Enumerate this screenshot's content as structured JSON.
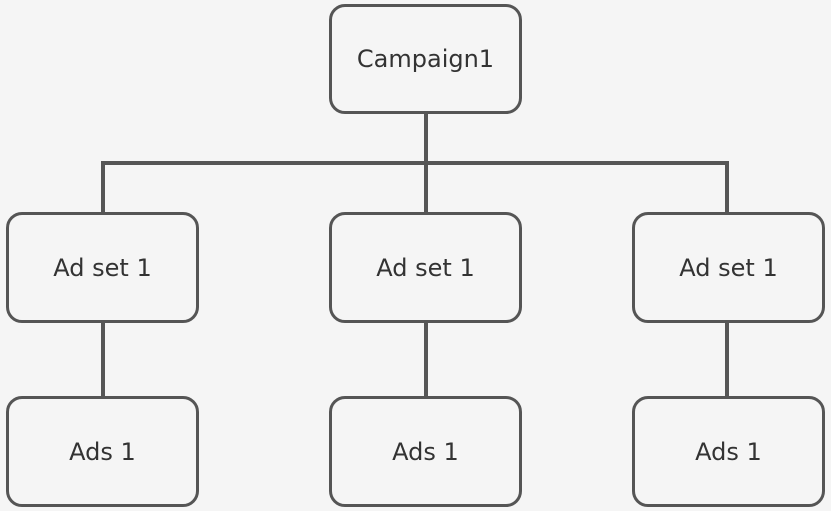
{
  "diagram": {
    "root": {
      "label": "Campaign1"
    },
    "ad_sets": [
      {
        "label": "Ad set 1"
      },
      {
        "label": "Ad set 1"
      },
      {
        "label": "Ad set 1"
      }
    ],
    "ads": [
      {
        "label": "Ads 1"
      },
      {
        "label": "Ads 1"
      },
      {
        "label": "Ads 1"
      }
    ]
  },
  "colors": {
    "background": "#f5f5f5",
    "stroke": "#555555",
    "text": "#333333"
  }
}
